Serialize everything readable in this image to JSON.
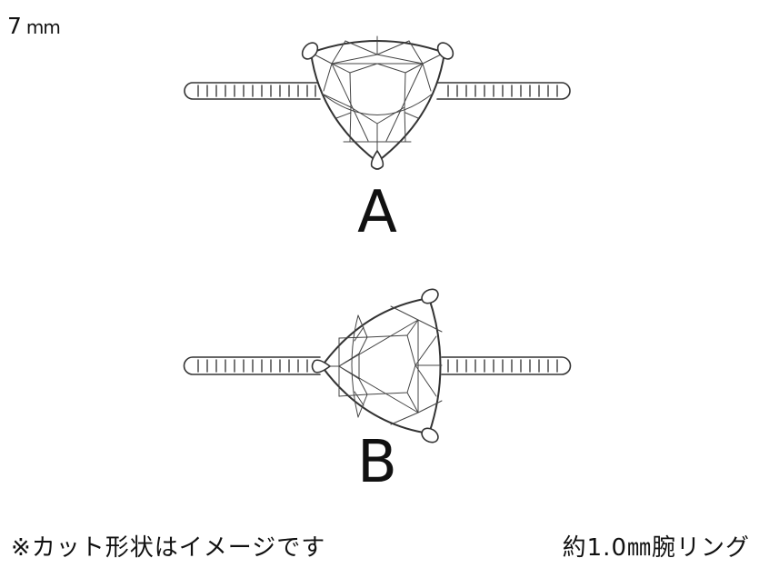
{
  "header": {
    "stone_size_value": "7",
    "stone_size_unit": "mm"
  },
  "diagrams": [
    {
      "id": "A",
      "label": "A",
      "orientation": "trillion cut, one point down (two prongs top, one prong bottom)",
      "prongs": 3
    },
    {
      "id": "B",
      "label": "B",
      "orientation": "trillion cut, one point left (one prong left, two prongs right)",
      "prongs": 3
    }
  ],
  "footer": {
    "note": "※カット形状はイメージです",
    "ring_width": "約1.0㎜腕リング"
  },
  "colors": {
    "line": "#333333",
    "text": "#111111",
    "background": "#ffffff"
  }
}
